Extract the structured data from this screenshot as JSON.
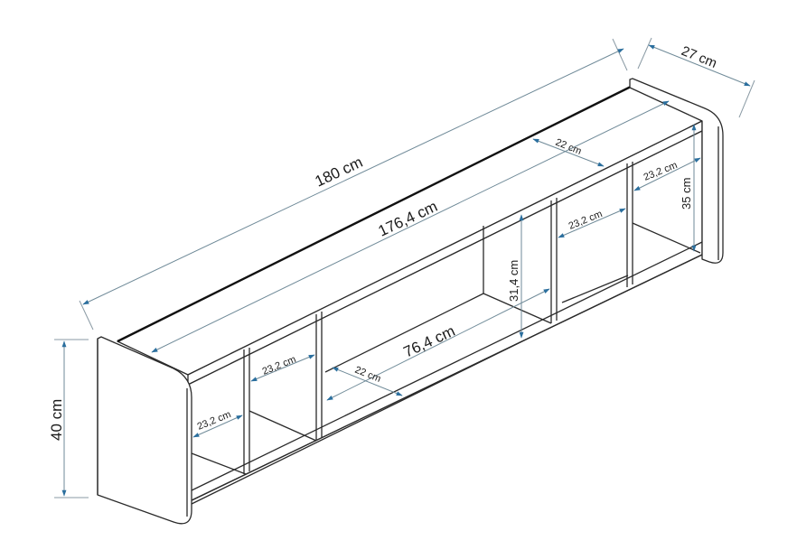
{
  "diagram": {
    "subject": "Wall shelf with 5 compartments",
    "arrow_color": "#2b6f9e",
    "line_color": "#2a2a2a",
    "dimensions": {
      "total_width": "180 cm",
      "inner_width": "176,4 cm",
      "depth_outer": "27 cm",
      "height_outer": "40 cm",
      "inner_height": "35 cm",
      "center_compartment_width": "76,4 cm",
      "center_compartment_height": "31,4 cm",
      "shelf_depth_top": "22 cm",
      "shelf_depth_center": "22 cm",
      "compartment_left_1": "23,2 cm",
      "compartment_left_2": "23,2 cm",
      "compartment_right_1": "23,2 cm",
      "compartment_right_2": "23,2 cm"
    }
  }
}
